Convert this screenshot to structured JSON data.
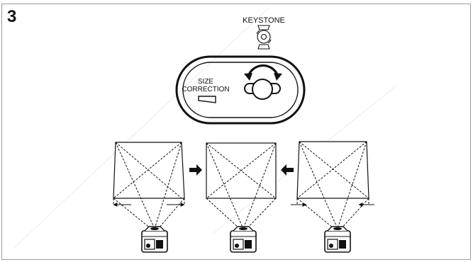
{
  "step": {
    "number": "3"
  },
  "keystone": {
    "label": "KEYSTONE"
  },
  "size_correction": {
    "line1": "SIZE",
    "line2": "CORRECTION"
  },
  "panels": [
    {
      "id": "left",
      "shape": "keystone-wide-bottom",
      "edge_arrows": "outward",
      "center_arrow": "right"
    },
    {
      "id": "center",
      "shape": "rectangle",
      "edge_arrows": "none",
      "center_arrow": "none"
    },
    {
      "id": "right",
      "shape": "keystone-wide-top",
      "edge_arrows": "inward",
      "center_arrow": "left"
    }
  ]
}
